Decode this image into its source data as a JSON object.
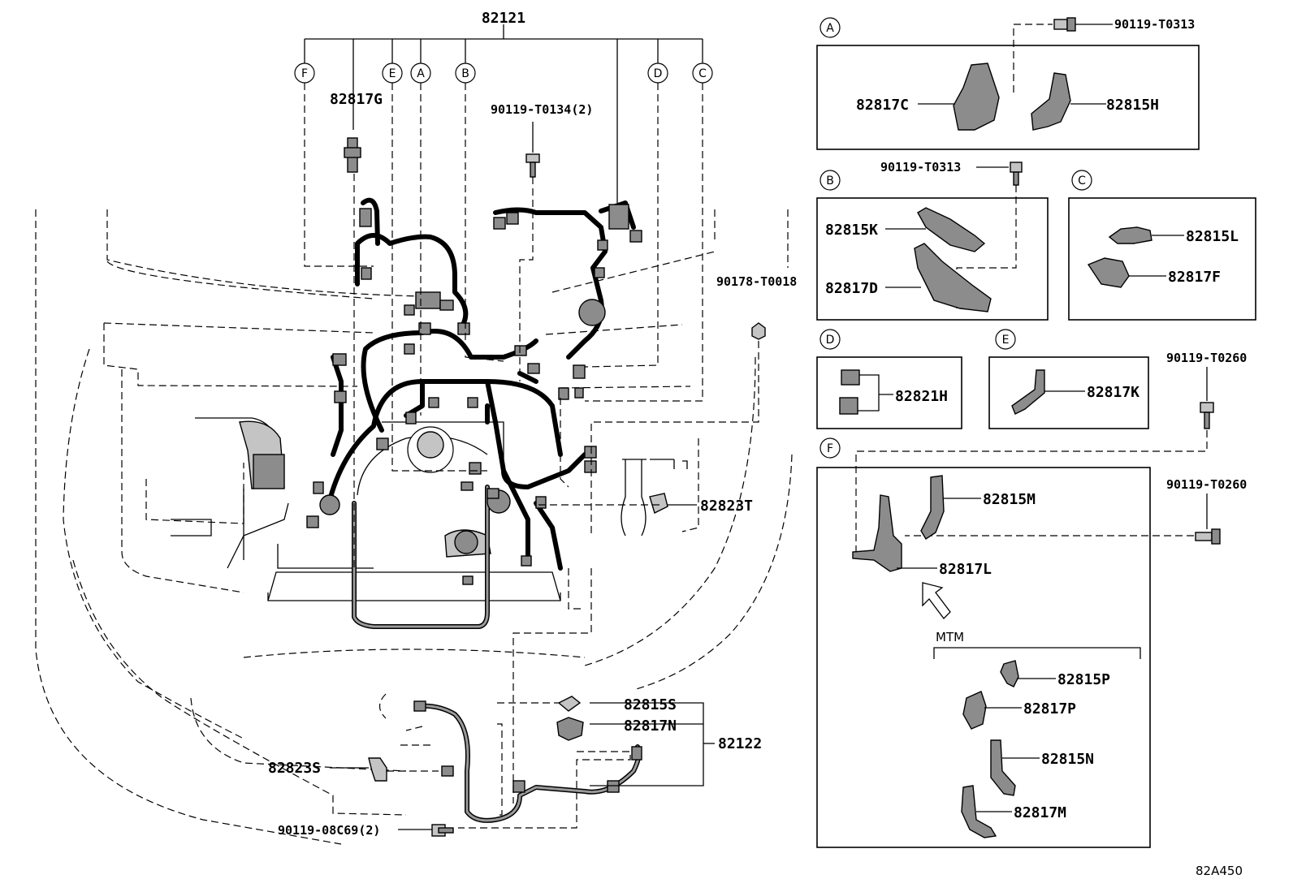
{
  "diagram": {
    "figure_code": "82A450",
    "harness_main": "82121",
    "harness_sub": "82122",
    "callouts": {
      "top_clip_g": "82817G",
      "bolt_top": "90119-T0134(2)",
      "bolt_mid": "90178-T0018",
      "relay_right": "82823T",
      "clip_s": "82815S",
      "clip_n": "82817N",
      "bracket_s": "82823S",
      "bolt_bottom": "90119-08C69(2)"
    },
    "section_letters": {
      "a": "A",
      "b": "B",
      "c": "C",
      "d": "D",
      "e": "E",
      "f": "F"
    },
    "panel_a": {
      "bolt": "90119-T0313",
      "part1": "82817C",
      "part2": "82815H"
    },
    "panel_b": {
      "bolt": "90119-T0313",
      "part1": "82815K",
      "part2": "82817D"
    },
    "panel_c": {
      "part1": "82815L",
      "part2": "82817F"
    },
    "panel_d": {
      "part1": "82821H"
    },
    "panel_e": {
      "part1": "82817K"
    },
    "panel_f": {
      "bolt1": "90119-T0260",
      "bolt2": "90119-T0260",
      "part_m": "82815M",
      "part_l": "82817L",
      "variant_label": "MTM",
      "part_p": "82815P",
      "part_pp": "82817P",
      "part_n": "82815N",
      "part_mm": "82817M"
    }
  }
}
